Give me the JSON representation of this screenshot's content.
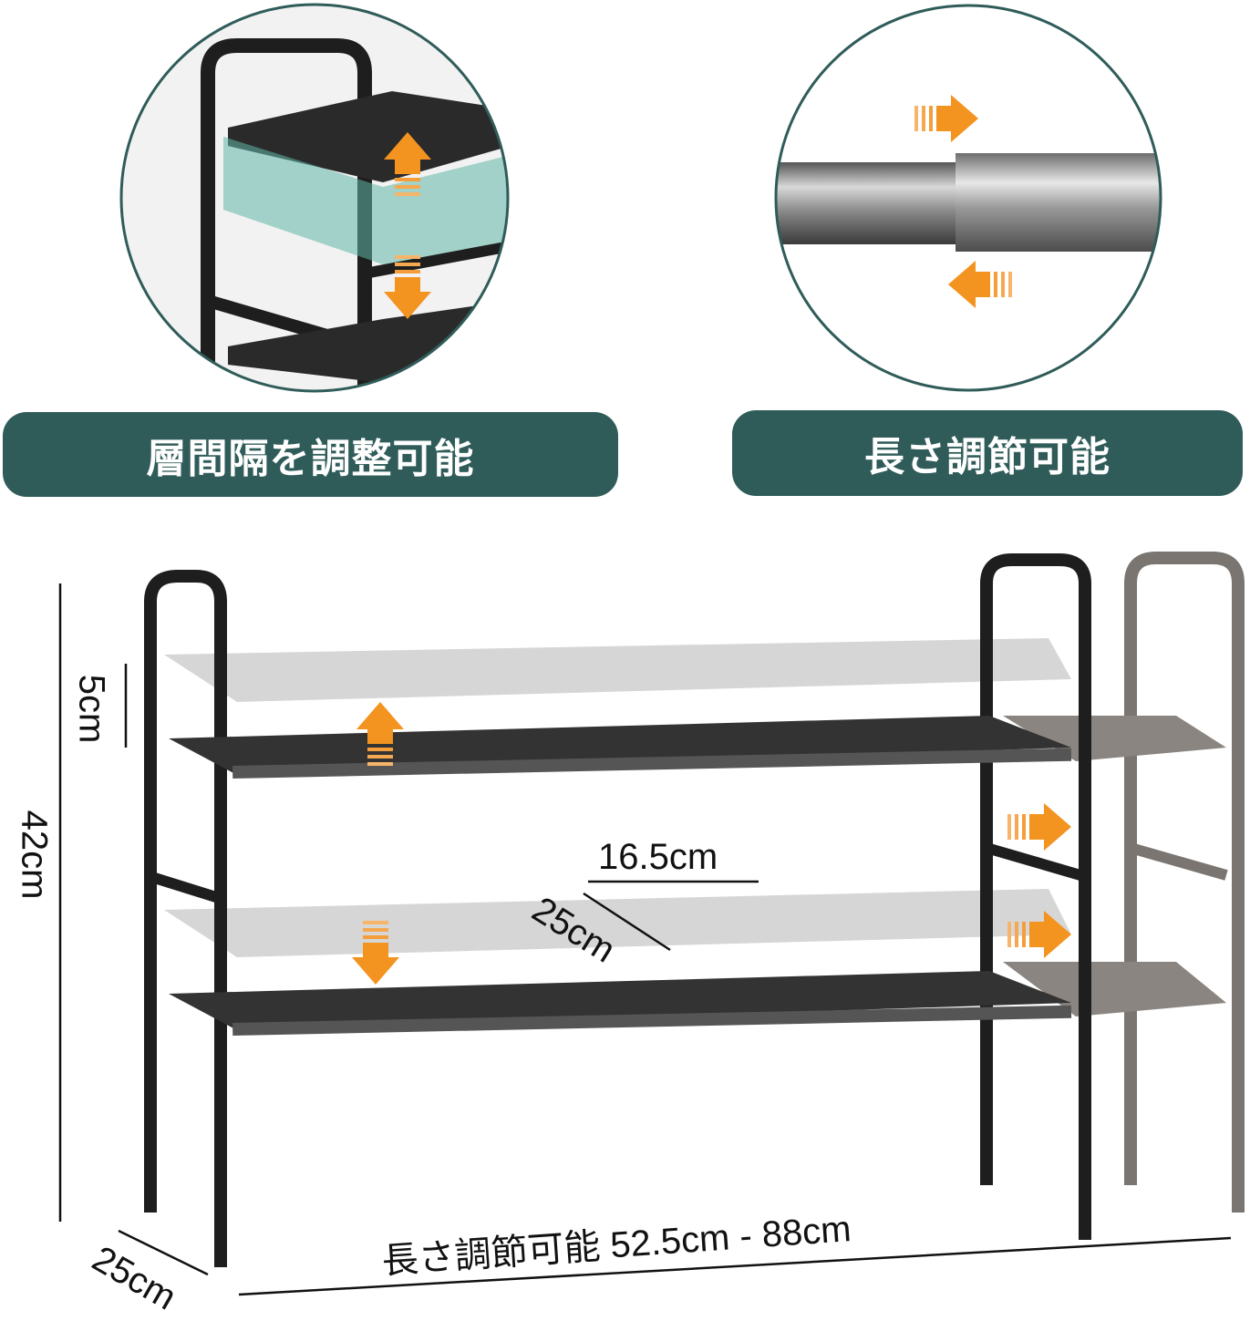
{
  "banners": {
    "left": "層間隔を調整可能",
    "right": "長さ調節可能"
  },
  "dimensions": {
    "shelf_adjust": "5cm",
    "height": "42cm",
    "panel_width": "16.5cm",
    "panel_depth": "25cm",
    "depth": "25cm",
    "length_range": "長さ調節可能 52.5cm - 88cm"
  },
  "colors": {
    "banner": "#2f5c59",
    "arrow": "#f39320",
    "circle_border": "#2f5c59",
    "frame": "#1c1c1c",
    "extension_frame": "#7a7570"
  }
}
